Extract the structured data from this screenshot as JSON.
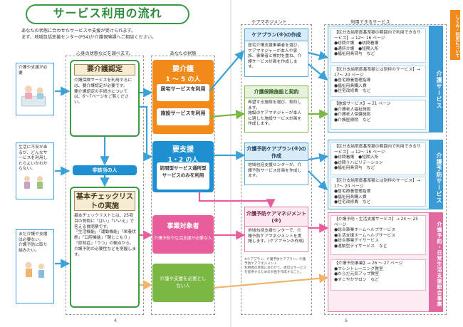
{
  "title": "サービス利用の流れ",
  "intro": [
    "あなたの状態に合わせたサービスや支援が受けられます。",
    "まず、地域包括支援センター(P34)か介護保険課へご相談ください。"
  ],
  "headers": {
    "survey": "心身の状態などを調べます。",
    "state": "あなたの状態",
    "care": "ケアマネジメント",
    "services": "利用できるサービス"
  },
  "persons": [
    {
      "text": "介護や支援が必要"
    },
    {
      "text": "生活に不安があるが、どんなサービスを利用したらよいかわからない。"
    },
    {
      "text": "まだ介護や支援は必要ない。\n介護予防に取り組みたい。"
    }
  ],
  "nintei": {
    "title": "要介護認定",
    "body": "介護保険サービスを利用するには、要介護認定が必要です。\n要介護認定の手続きについては、6～7ページをご覧ください。"
  },
  "higaitou": "非該当の人",
  "checklist": {
    "title": "基本チェックリストの実施",
    "body": "基本チェックリストとは、25項目の質問に「はい」「いいえ」で答える質問票です。\n「生活機能」「運動機能」「栄養状態」「口腔機能」「閉じこもり」「認知症」「うつ」の観点から、介護予防の必要性などを把握します。"
  },
  "youkaigo": {
    "title": "要介護",
    "sub": "1 ～ 5 の人",
    "btn1": "居宅サービスを利用",
    "btn2": "施設サービスを利用"
  },
  "youshien": {
    "title": "要支援",
    "sub": "1・2 の人",
    "btn": "訪問型サービス通所型サービスのみを利用"
  },
  "jigyo": {
    "title": "事業対象者",
    "sub": "介護予防や生活支援が必要な人"
  },
  "unneeded": {
    "text": "介護や支援を必要としない人"
  },
  "careplan": {
    "title": "ケアプラン(※)の作成",
    "body": "居宅介護支援事業者を選び、ケアマネジャーが本人や家族、事業者と検討を重ね、介護サービス計画を作成します。"
  },
  "facility": {
    "title": "介護保険施設と契約",
    "body": "希望する施設を選び、契約します。\n施設のケアマネジャーが本人に適した施設サービス計画を作成します。"
  },
  "yobo_plan": {
    "title": "介護予防ケアプラン(※)の作成",
    "body": "地域包括支援センターが、介護予防サービス計画を作成します。"
  },
  "yobo_mgmt": {
    "title": "介護予防ケアマネジメント(※)",
    "body": "地域包括支援センターで、介護予防ケアマネジメントを実施します。(ケアプランの作成)"
  },
  "footnote": "※ケアプラン、介護予防ケアプラン、介護予防ケアマネジメント\n利用者の状態にあわせて、適切なサービスを提供するための計画を作成すること。",
  "svc_kaigo": {
    "label": "介護サービス",
    "a_title": "【区分支給限度基準額の範囲内で利用できるサービス】→ 12～ 16 ページ",
    "a_items": "●訪問介護　●訪問看護\n●通所介護　●短期入所\n●福祉用具貸与　など",
    "b_title": "【区分支給限度基準額とは別枠のサービス】→ 17～ 20 ページ",
    "b_items": "●居宅療養管理指導\n●福祉用具購入費\n●住宅改修費　など",
    "c_title": "【施設サービス】→ 21 ページ",
    "c_items": "●介護老人福祉施設\n●介護老人保健施設\n●介護医療院　など"
  },
  "svc_yobo": {
    "label": "介護予防サービス",
    "a_title": "【区分支給限度基準額の範囲内で利用できるサービス】→ 12～ 16 ページ",
    "a_items": "●訪問看護　●短期入所\n●訪問リハビリテーション\n●福祉用具貸与　など",
    "b_title": "【区分支給限度基準額とは別枠のサービス】→ 17～ 20 ページ",
    "b_items": "●居宅療養管理指導\n●福祉用具購入費\n●住宅改修費　など"
  },
  "svc_sogo": {
    "label": "介護予防・日常生活支援総合事業",
    "a_title": "【介護予防・生活支援サービス】→ 24 ～ 25 ページ",
    "a_items": "●総合事業ホームヘルプサービス\n●生活支援ホームヘルプサービス\n●総合事業デイサービス\n●運動型デイサービス　など",
    "b_title": "【介護予防事業】→ 26 ～ 27 ページ",
    "b_items": "●マシントレーニング教室\n●からだ元気アップ教室\n●すこやかサロン　など"
  },
  "tab": "しくみ・利用について",
  "pages": {
    "left": "4",
    "right": "5"
  },
  "colors": {
    "green": "#3a9b41",
    "orange": "#f08a1a",
    "blue": "#1e8fd0",
    "pink": "#e85e9c"
  }
}
